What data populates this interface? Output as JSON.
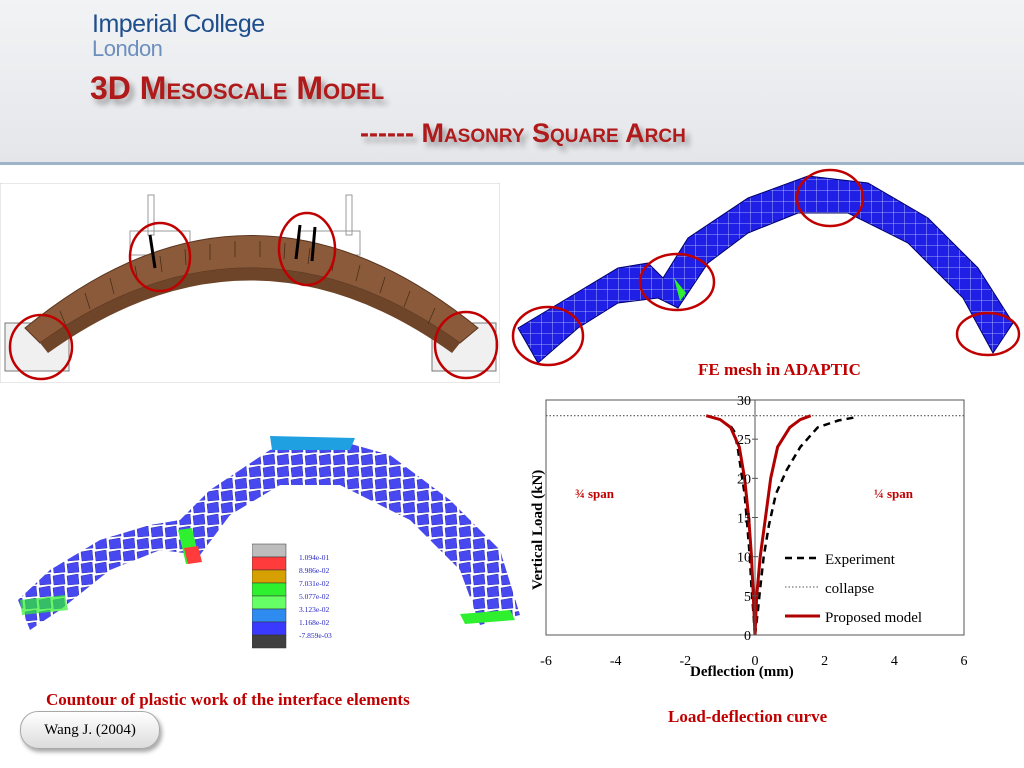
{
  "header": {
    "logo_line1": "Imperial College",
    "logo_line2": "London",
    "title": "3D Mesoscale Model",
    "subtitle": "------ Masonry Square Arch"
  },
  "captions": {
    "fe_mesh": "FE mesh in ADAPTIC",
    "contour": "Countour of plastic work of the interface elements",
    "curve": "Load-deflection curve"
  },
  "reference": "Wang J. (2004)",
  "contour_legend": {
    "values": [
      "1.094e-01",
      "8.986e-02",
      "7.031e-02",
      "5.077e-02",
      "3.123e-02",
      "1.168e-02",
      "-7.859e-03"
    ],
    "colors": [
      "#bdbdbd",
      "#ff3b3b",
      "#d6a000",
      "#2ef02e",
      "#66ff66",
      "#2e8bf0",
      "#3a3aff",
      "#404040"
    ]
  },
  "chart_data": {
    "type": "line",
    "xlabel": "Deflection (mm)",
    "ylabel": "Vertical Load (kN)",
    "xlim": [
      -6,
      6
    ],
    "ylim": [
      0,
      30
    ],
    "xticks": [
      "-6",
      "-4",
      "-2",
      "0",
      "2",
      "4",
      "6"
    ],
    "yticks": [
      "0",
      "5",
      "10",
      "15",
      "20",
      "25",
      "30"
    ],
    "annotations": {
      "left": "¾ span",
      "right": "¼ span"
    },
    "grid": false,
    "legend_position": "lower-right",
    "series": [
      {
        "name": "Experiment",
        "style": "dashed",
        "color": "#000000",
        "points": [
          [
            0,
            0
          ],
          [
            -0.05,
            3
          ],
          [
            -0.1,
            6
          ],
          [
            -0.15,
            10
          ],
          [
            -0.22,
            14
          ],
          [
            -0.3,
            18
          ],
          [
            -0.4,
            21
          ],
          [
            -0.5,
            24
          ],
          [
            -0.6,
            26
          ],
          [
            -0.75,
            27
          ]
        ],
        "points_right": [
          [
            0,
            0
          ],
          [
            0.08,
            3
          ],
          [
            0.15,
            6
          ],
          [
            0.25,
            10
          ],
          [
            0.4,
            14
          ],
          [
            0.6,
            18
          ],
          [
            0.9,
            21
          ],
          [
            1.3,
            24
          ],
          [
            1.8,
            26.5
          ],
          [
            2.4,
            27.4
          ],
          [
            2.9,
            27.8
          ]
        ]
      },
      {
        "name": "collapse",
        "style": "dotted",
        "color": "#555555",
        "value": 28
      },
      {
        "name": "Proposed model",
        "style": "solid",
        "color": "#b00000",
        "points": [
          [
            0,
            0
          ],
          [
            -0.05,
            5
          ],
          [
            -0.1,
            10
          ],
          [
            -0.18,
            15
          ],
          [
            -0.3,
            20
          ],
          [
            -0.45,
            24
          ],
          [
            -0.7,
            26.5
          ],
          [
            -1.0,
            27.5
          ],
          [
            -1.4,
            28
          ]
        ],
        "points_right": [
          [
            0,
            0
          ],
          [
            0.05,
            5
          ],
          [
            0.15,
            10
          ],
          [
            0.3,
            15
          ],
          [
            0.45,
            20
          ],
          [
            0.65,
            24
          ],
          [
            1.0,
            26.5
          ],
          [
            1.3,
            27.5
          ],
          [
            1.6,
            28
          ]
        ]
      }
    ]
  }
}
